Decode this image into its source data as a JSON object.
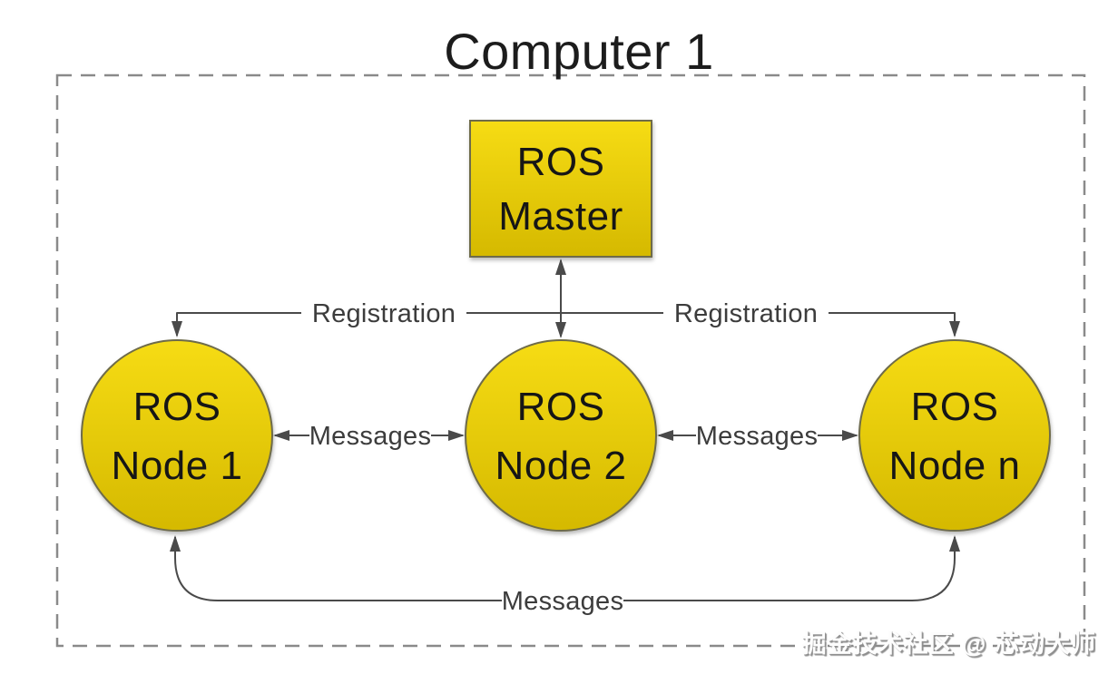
{
  "title": "Computer 1",
  "master": {
    "line1": "ROS",
    "line2": "Master"
  },
  "nodes": {
    "node1": {
      "line1": "ROS",
      "line2": "Node 1"
    },
    "node2": {
      "line1": "ROS",
      "line2": "Node 2"
    },
    "noden": {
      "line1": "ROS",
      "line2": "Node n"
    }
  },
  "labels": {
    "registration_left": "Registration",
    "registration_right": "Registration",
    "messages_left": "Messages",
    "messages_right": "Messages",
    "messages_bottom": "Messages"
  },
  "watermark": "掘金技术社区 @ 芯动大师",
  "colors": {
    "shape_fill_top": "#f6dc14",
    "shape_fill_bottom": "#d5b900",
    "shape_border": "#6e6b4a",
    "connector": "#4a4a4a",
    "node_text": "#161616",
    "edge_label_text": "#3c3c3c",
    "frame_dash": "#8a8a8a",
    "title_text": "#1c1c1c",
    "watermark_text": "#fdfdfd",
    "watermark_shadow": "#8f8f8f",
    "background": "#ffffff"
  }
}
